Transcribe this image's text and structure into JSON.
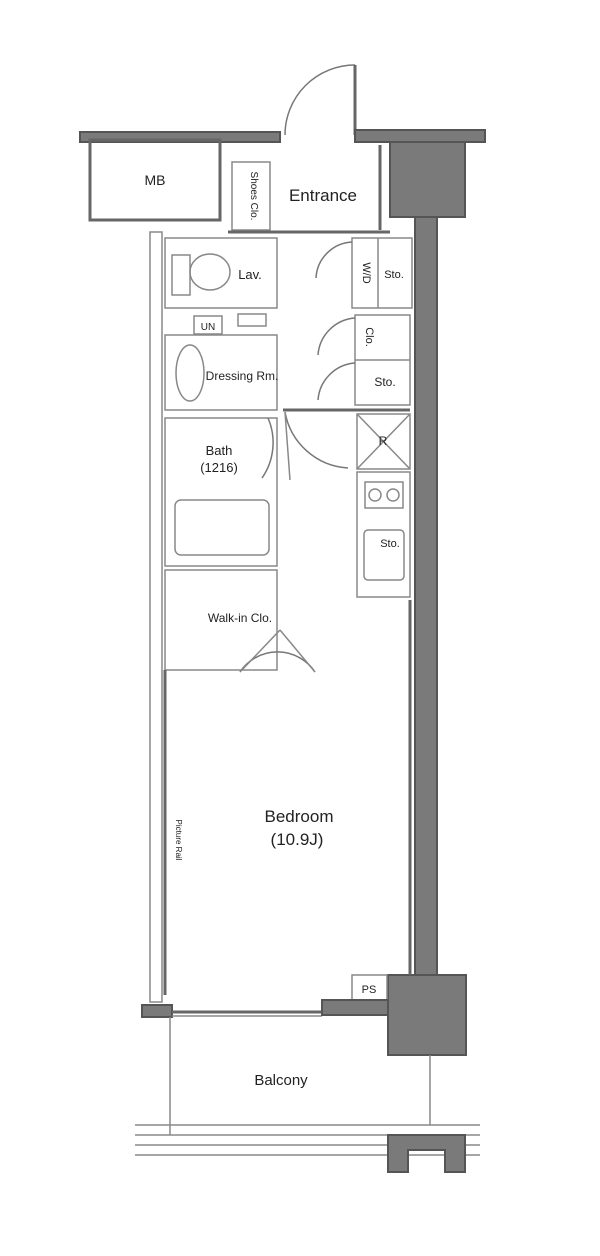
{
  "rooms": {
    "mb": "MB",
    "shoes_clo": "Shoes Clo.",
    "entrance": "Entrance",
    "lav": "Lav.",
    "wd": "W/D",
    "sto_upper": "Sto.",
    "clo": "Clo.",
    "sto_mid": "Sto.",
    "un": "UN",
    "dressing_rm": "Dressing Rm.",
    "bath": "Bath",
    "bath_size": "(1216)",
    "r": "R",
    "sto_kitchen": "Sto.",
    "walkin": "Walk-in Clo.",
    "picture_rail": "Picture Rail",
    "bedroom": "Bedroom",
    "bedroom_size": "(10.9J)",
    "ps": "PS",
    "balcony": "Balcony"
  }
}
